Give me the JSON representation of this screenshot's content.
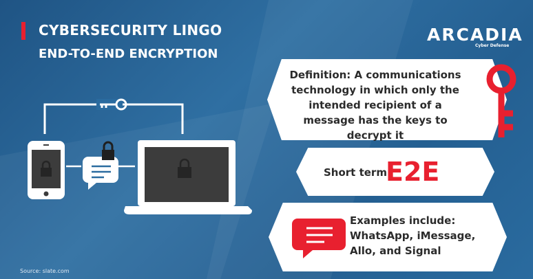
{
  "header": {
    "title": "CYBERSECURITY LINGO",
    "subtitle": "END-TO-END ENCRYPTION"
  },
  "logo": {
    "name": "ARCADIA",
    "tagline": "Cyber Defense"
  },
  "definition": "Definition: A communications technology in which only the intended recipient of a message has the keys to decrypt it",
  "short_term": {
    "label": "Short term:",
    "value": "E2E"
  },
  "examples": {
    "lines": [
      "Examples include:",
      "WhatsApp, iMessage,",
      "Allo, and Signal"
    ]
  },
  "source": "Source: slate.com",
  "colors": {
    "accent": "#e8202f",
    "background": "#2a6b9f"
  }
}
